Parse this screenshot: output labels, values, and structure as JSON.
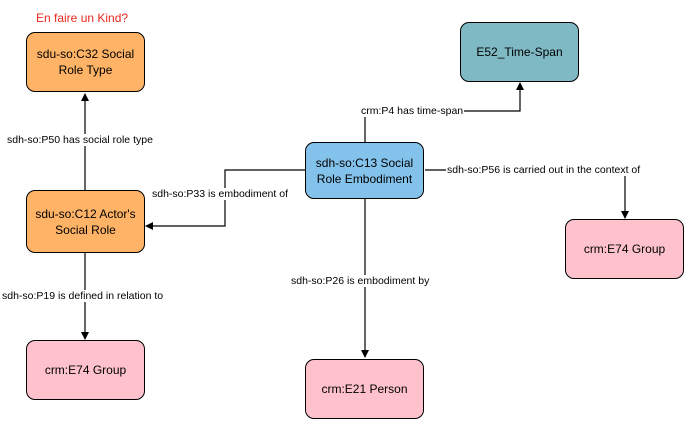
{
  "colors": {
    "orange": "#ffb366",
    "teal": "#7fb9c4",
    "blue": "#83c2ea",
    "pink": "#ffc2cc",
    "note": "#e8281e",
    "line": "#000000"
  },
  "note": {
    "text": "En faire un Kind?"
  },
  "nodes": {
    "c32": {
      "label": "sdu-so:C32 Social Role Type",
      "color": "orange"
    },
    "e52": {
      "label": "E52_Time-Span",
      "color": "teal"
    },
    "c13": {
      "label": "sdh-so:C13 Social Role Embodiment",
      "color": "blue"
    },
    "c12": {
      "label": "sdu-so:C12 Actor's Social Role",
      "color": "orange"
    },
    "e74_right": {
      "label": "crm:E74 Group",
      "color": "pink"
    },
    "e74_left": {
      "label": "crm:E74 Group",
      "color": "pink"
    },
    "e21": {
      "label": "crm:E21 Person",
      "color": "pink"
    }
  },
  "edges": {
    "p4": {
      "label": "crm:P4 has time-span"
    },
    "p50": {
      "label": "sdh-so:P50 has social role type"
    },
    "p33": {
      "label": "sdh-so:P33 is embodiment of"
    },
    "p56": {
      "label": "sdh-so:P56 is carried out in the context of"
    },
    "p19": {
      "label": "sdh-so:P19 is defined in relation to"
    },
    "p26": {
      "label": "sdh-so:P26 is embodiment by"
    }
  }
}
